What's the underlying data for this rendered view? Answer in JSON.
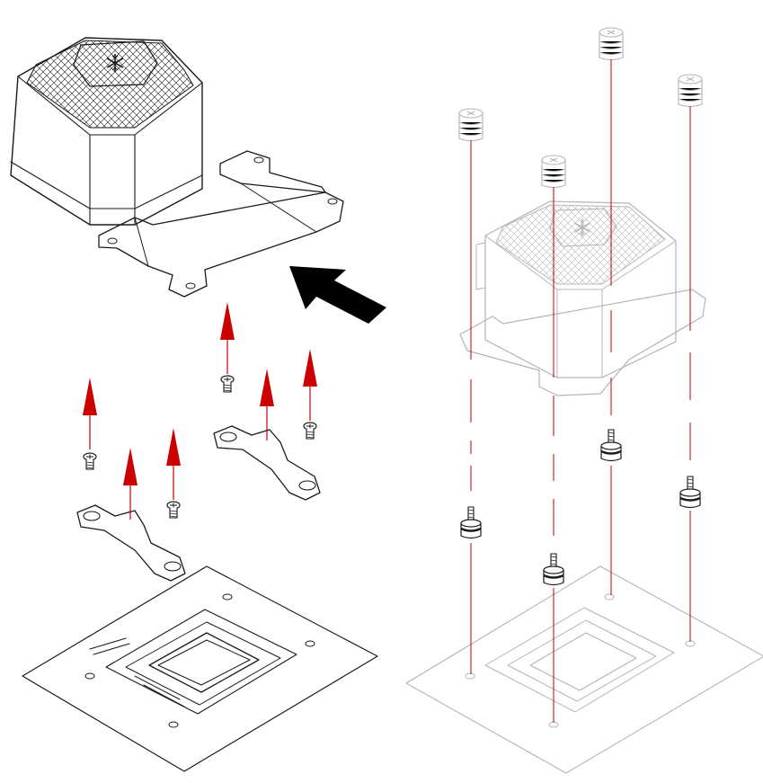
{
  "diagram": {
    "type": "exploded-assembly-illustration",
    "step_left": {
      "panel": "remove-intel-bracket",
      "parts": [
        "pump-head",
        "intel-mounting-bracket",
        "screw",
        "standoff-arm",
        "motherboard-socket"
      ],
      "removal_arrows": 6,
      "insertion_arrow": "arrow-pointing-to-pump-head"
    },
    "step_right": {
      "panel": "mount-with-thumbscrews",
      "parts": [
        "thumbscrew",
        "pump-head",
        "standoff",
        "motherboard-socket"
      ],
      "thumbscrews": 4,
      "standoffs": 4
    },
    "colors": {
      "line_art": "#1a1a1a",
      "faded_line_art": "#b4b4b4",
      "guide_lines": "#c01818",
      "arrows": "#cc0000",
      "insert_arrow": "#000000"
    },
    "icons": [
      "snowflake-logo-icon"
    ]
  }
}
